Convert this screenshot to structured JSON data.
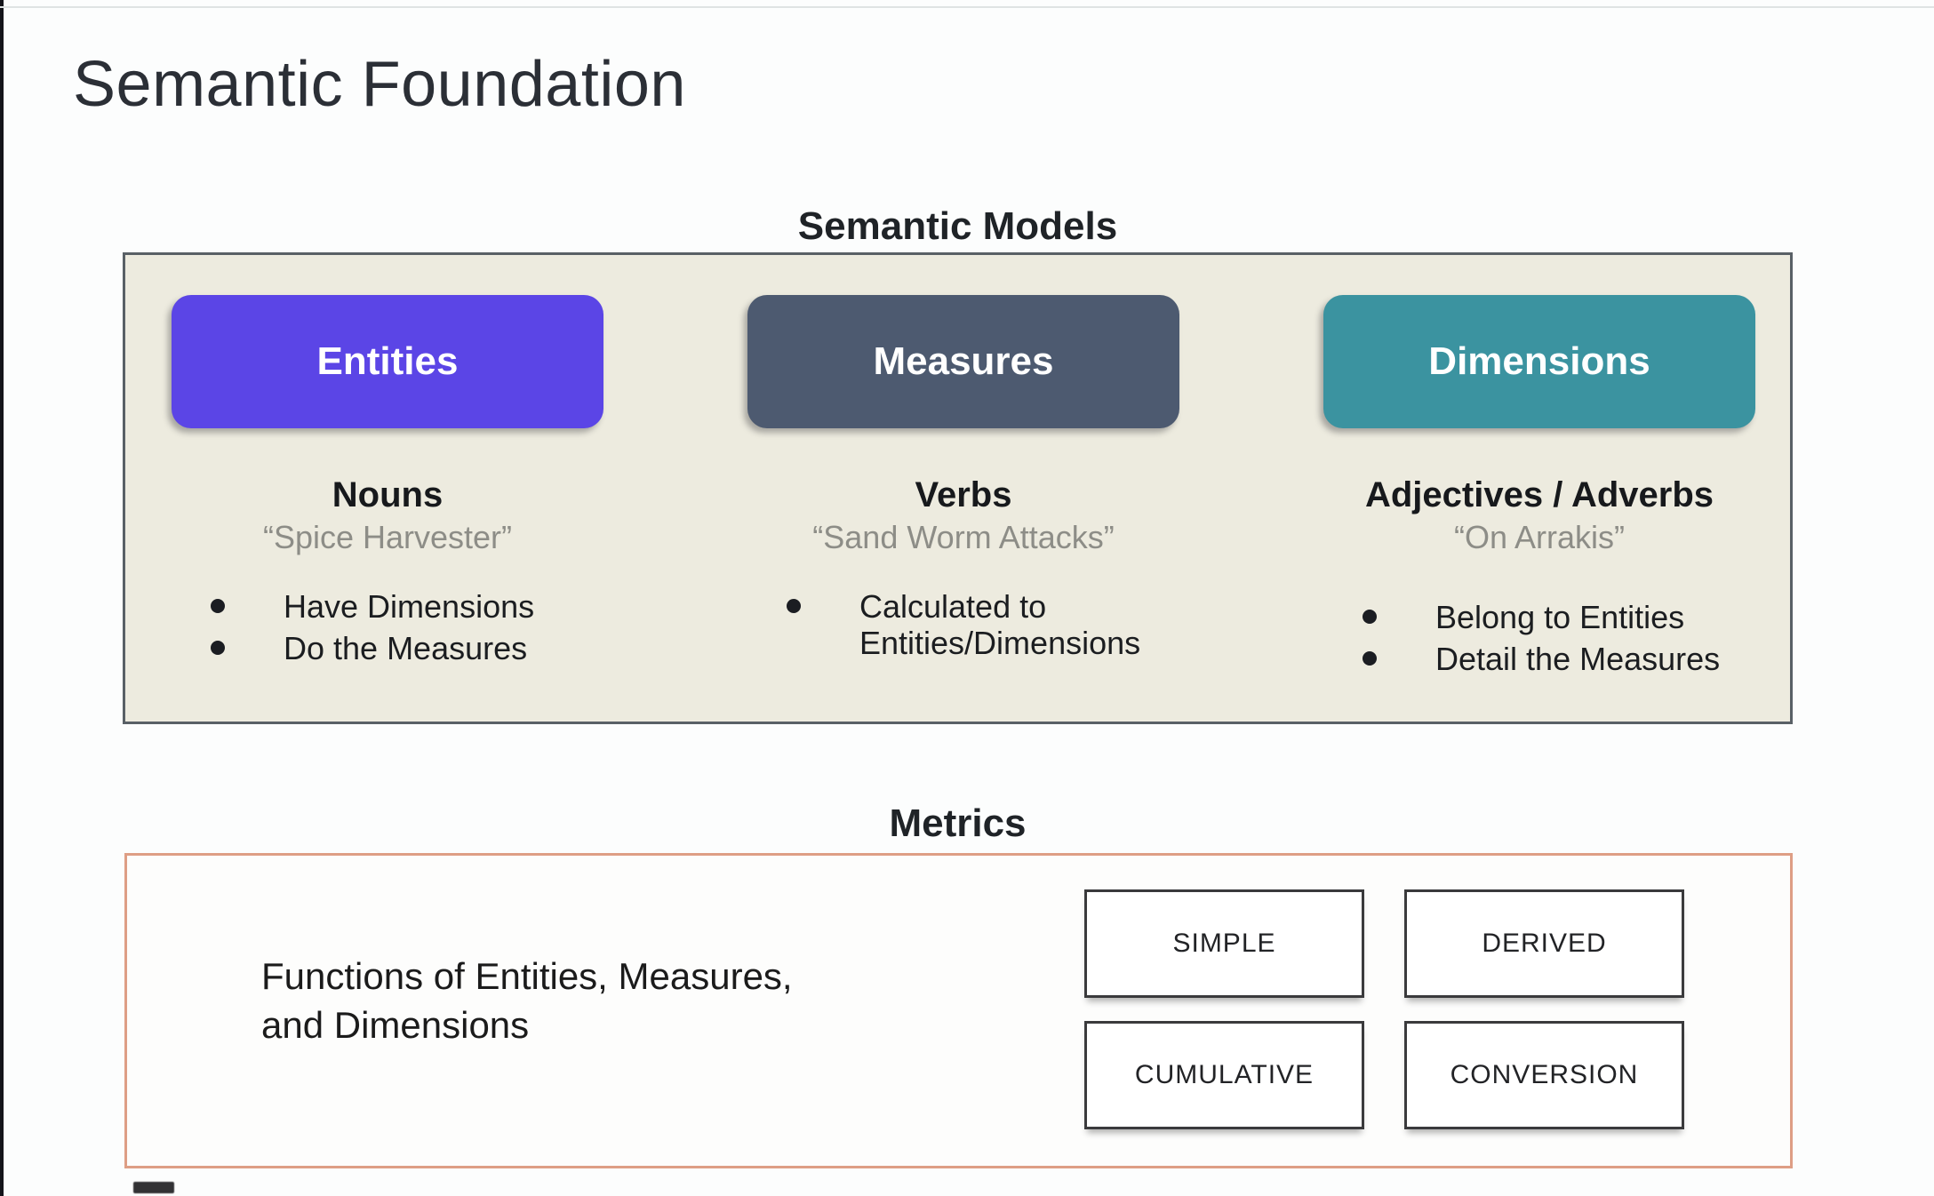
{
  "slide": {
    "title": "Semantic Foundation",
    "palette": {
      "entities": "#5b45e6",
      "measures": "#4d5a70",
      "dimensions": "#3b93a0",
      "models_panel_bg": "#edebdf",
      "models_panel_border": "#596066",
      "metrics_panel_border": "#de9e85",
      "text_dark": "#1f2327",
      "text_muted": "#8d8d87"
    },
    "semantic_models": {
      "heading": "Semantic Models",
      "columns": [
        {
          "button": "Entities",
          "role": "Nouns",
          "example": "“Spice Harvester”",
          "bullets": [
            "Have Dimensions",
            "Do the Measures"
          ]
        },
        {
          "button": "Measures",
          "role": "Verbs",
          "example": "“Sand Worm Attacks”",
          "bullets": [
            "Calculated to Entities/Dimensions"
          ]
        },
        {
          "button": "Dimensions",
          "role": "Adjectives / Adverbs",
          "example": "“On Arrakis”",
          "bullets": [
            "Belong to Entities",
            "Detail the Measures"
          ]
        }
      ]
    },
    "metrics": {
      "heading": "Metrics",
      "description_line1": "Functions of Entities, Measures,",
      "description_line2": "and Dimensions",
      "types": [
        "SIMPLE",
        "DERIVED",
        "CUMULATIVE",
        "CONVERSION"
      ]
    }
  }
}
